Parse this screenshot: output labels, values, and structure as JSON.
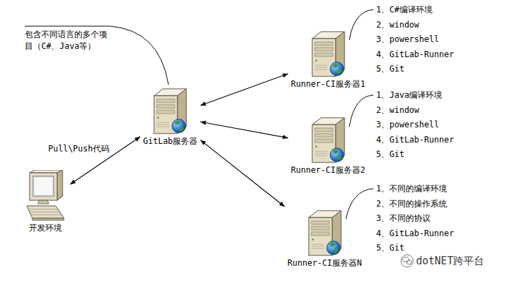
{
  "diagram": {
    "nodes": [
      {
        "text": [
          "GitLab服务器"
        ]
      },
      {
        "text": [
          "Runner-CI服务器1"
        ]
      },
      {
        "text": [
          "Runner-CI服务器2"
        ]
      },
      {
        "text": [
          "Runner-CI服务器N"
        ]
      },
      {
        "text": [
          "开发环境"
        ]
      }
    ],
    "edges": [
      {
        "from": 0,
        "to": 1,
        "arrow": "both"
      },
      {
        "from": 0,
        "to": 2,
        "arrow": "both"
      },
      {
        "from": 0,
        "to": 3,
        "arrow": "both"
      },
      {
        "from": 4,
        "to": 0,
        "label": "Pull\\Push代码",
        "arrow": "both"
      }
    ],
    "labels": [
      "包含不同语言的多个项目（C#、Java等）",
      "1、C#编译环境",
      "2、window",
      "3、powershell",
      "4、GitLab-Runner",
      "5、Git",
      "1、Java编译环境",
      "2、window",
      "3、powershell",
      "4、GitLab-Runner",
      "5、Git",
      "1、不同的编译环境",
      "2、不同的操作系统",
      "3、不同的协议",
      "4、GitLab-Runner",
      "5、Git",
      "dotNET跨平台"
    ]
  }
}
